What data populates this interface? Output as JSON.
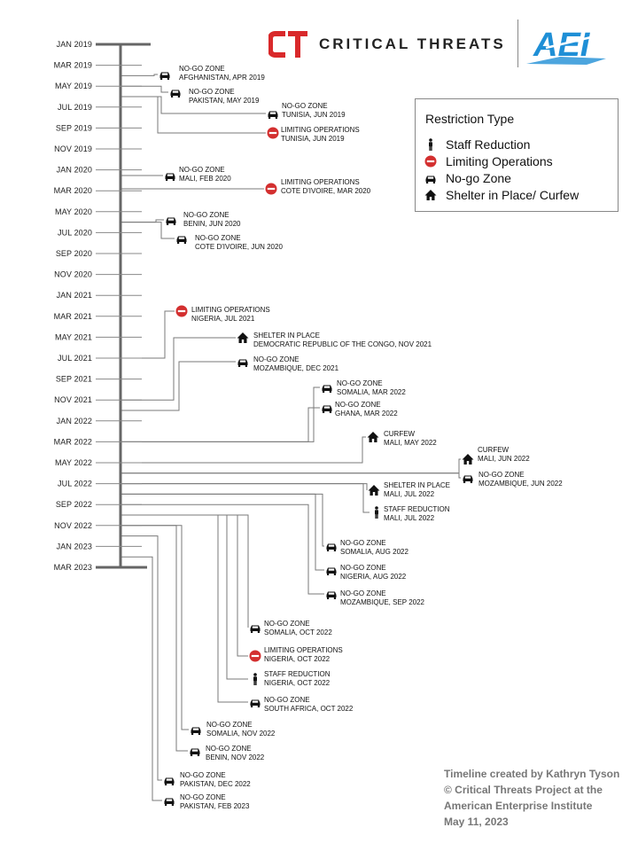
{
  "header": {
    "ct_logo": "CT",
    "ct_title": "CRITICAL THREATS",
    "aei_logo": "AEI"
  },
  "legend": {
    "title": "Restriction Type",
    "items": [
      {
        "icon": "staff-reduction-icon",
        "label": "Staff Reduction"
      },
      {
        "icon": "limiting-operations-icon",
        "label": "Limiting Operations"
      },
      {
        "icon": "no-go-zone-icon",
        "label": "No-go Zone"
      },
      {
        "icon": "shelter-in-place-icon",
        "label": "Shelter in Place/ Curfew"
      }
    ]
  },
  "credit": {
    "lines": [
      "Timeline created by Kathryn Tyson",
      "© Critical Threats Project at the",
      "American Enterprise Institute",
      "May 11, 2023"
    ]
  },
  "colors": {
    "axis": "#666666",
    "leader": "#7a7a7a",
    "text": "#111111",
    "no_entry_red": "#d32f2f",
    "ct_red": "#d9292b",
    "aei_blue": "#1f8fd6"
  },
  "chart_data": {
    "type": "timeline",
    "axis_labels": [
      "JAN 2019",
      "MAR 2019",
      "MAY 2019",
      "JUL 2019",
      "SEP 2019",
      "NOV 2019",
      "JAN 2020",
      "MAR 2020",
      "MAY 2020",
      "JUL 2020",
      "SEP 2020",
      "NOV 2020",
      "JAN 2021",
      "MAR 2021",
      "MAY 2021",
      "JUL 2021",
      "SEP 2021",
      "NOV 2021",
      "JAN 2022",
      "MAR 2022",
      "MAY 2022",
      "JUL 2022",
      "SEP 2022",
      "NOV 2022",
      "JAN 2023",
      "MAR 2023"
    ],
    "events": [
      {
        "type": "no-go",
        "title": "NO-GO ZONE",
        "location": "AFGHANISTAN, APR 2019",
        "date": "2019-04"
      },
      {
        "type": "no-go",
        "title": "NO-GO ZONE",
        "location": "PAKISTAN, MAY 2019",
        "date": "2019-05"
      },
      {
        "type": "no-go",
        "title": "NO-GO ZONE",
        "location": "TUNISIA, JUN 2019",
        "date": "2019-06"
      },
      {
        "type": "limiting",
        "title": "LIMITING OPERATIONS",
        "location": "TUNISIA, JUN 2019",
        "date": "2019-06"
      },
      {
        "type": "no-go",
        "title": "NO-GO ZONE",
        "location": "MALI, FEB 2020",
        "date": "2020-02"
      },
      {
        "type": "limiting",
        "title": "LIMITING OPERATIONS",
        "location": "COTE D'IVOIRE, MAR 2020",
        "date": "2020-03"
      },
      {
        "type": "no-go",
        "title": "NO-GO ZONE",
        "location": "BENIN, JUN 2020",
        "date": "2020-06"
      },
      {
        "type": "no-go",
        "title": "NO-GO ZONE",
        "location": "COTE D'IVOIRE, JUN 2020",
        "date": "2020-06"
      },
      {
        "type": "limiting",
        "title": "LIMITING OPERATIONS",
        "location": "NIGERIA, JUL 2021",
        "date": "2021-07"
      },
      {
        "type": "shelter",
        "title": "SHELTER IN PLACE",
        "location": "DEMOCRATIC REPUBLIC OF THE CONGO, NOV 2021",
        "date": "2021-11"
      },
      {
        "type": "no-go",
        "title": "NO-GO ZONE",
        "location": "MOZAMBIQUE, DEC 2021",
        "date": "2021-12"
      },
      {
        "type": "no-go",
        "title": "NO-GO ZONE",
        "location": "SOMALIA,  MAR 2022",
        "date": "2022-03"
      },
      {
        "type": "no-go",
        "title": "NO-GO ZONE",
        "location": "GHANA, MAR 2022",
        "date": "2022-03"
      },
      {
        "type": "shelter",
        "title": "CURFEW",
        "location": "MALI, MAY 2022",
        "date": "2022-05"
      },
      {
        "type": "shelter",
        "title": "CURFEW",
        "location": "MALI, JUN 2022",
        "date": "2022-06"
      },
      {
        "type": "no-go",
        "title": "NO-GO ZONE",
        "location": "MOZAMBIQUE, JUN 2022",
        "date": "2022-06"
      },
      {
        "type": "shelter",
        "title": "SHELTER IN PLACE",
        "location": "MALI, JUL 2022",
        "date": "2022-07"
      },
      {
        "type": "staff",
        "title": "STAFF REDUCTION",
        "location": "MALI, JUL 2022",
        "date": "2022-07"
      },
      {
        "type": "no-go",
        "title": "NO-GO ZONE",
        "location": "SOMALIA,  AUG 2022",
        "date": "2022-08"
      },
      {
        "type": "no-go",
        "title": "NO-GO ZONE",
        "location": "NIGERIA, AUG 2022",
        "date": "2022-08"
      },
      {
        "type": "no-go",
        "title": "NO-GO ZONE",
        "location": "MOZAMBIQUE, SEP 2022",
        "date": "2022-09"
      },
      {
        "type": "no-go",
        "title": "NO-GO ZONE",
        "location": "SOMALIA,  OCT 2022",
        "date": "2022-10"
      },
      {
        "type": "limiting",
        "title": "LIMITING OPERATIONS",
        "location": "NIGERIA, OCT 2022",
        "date": "2022-10"
      },
      {
        "type": "staff",
        "title": "STAFF REDUCTION",
        "location": "NIGERIA, OCT 2022",
        "date": "2022-10"
      },
      {
        "type": "no-go",
        "title": "NO-GO ZONE",
        "location": "SOUTH AFRICA, OCT 2022",
        "date": "2022-10"
      },
      {
        "type": "no-go",
        "title": "NO-GO ZONE",
        "location": "SOMALIA, NOV 2022",
        "date": "2022-11"
      },
      {
        "type": "no-go",
        "title": "NO-GO ZONE",
        "location": "BENIN, NOV 2022",
        "date": "2022-11"
      },
      {
        "type": "no-go",
        "title": "NO-GO ZONE",
        "location": "PAKISTAN,  DEC 2022",
        "date": "2022-12"
      },
      {
        "type": "no-go",
        "title": "NO-GO ZONE",
        "location": "PAKISTAN,  FEB 2023",
        "date": "2023-02"
      }
    ]
  }
}
